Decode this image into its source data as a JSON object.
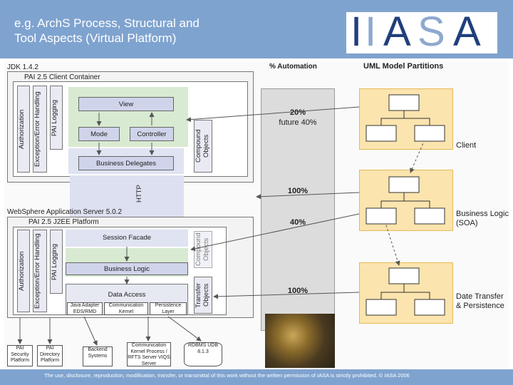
{
  "header": {
    "title_line1": "e.g. ArchS Process, Structural and",
    "title_line2": "Tool Aspects (Virtual Platform)"
  },
  "logo": {
    "letters": [
      "I",
      "I",
      "A",
      "S",
      "A"
    ],
    "colors": [
      "#203f7c",
      "#8ea8cf",
      "#203f7c",
      "#8ea8cf",
      "#203f7c"
    ]
  },
  "diagram": {
    "jdk": "JDK 1.4.2",
    "client_container": "PAI 2.5 Client Container",
    "client_verticals": [
      "Authorization",
      "Exception/Error Handling",
      "PAI Logging"
    ],
    "view": "View",
    "mode": "Mode",
    "controller": "Controller",
    "business_delegates": "Business Delegates",
    "compound_objects": "Compound Objects",
    "http": "HTTP",
    "websphere": "WebSphere Application Server 5.0.2",
    "j2ee_platform": "PAI 2.5 J2EE Platform",
    "server_verticals": [
      "Authorization",
      "Exception/Error Handling",
      "PAI Logging"
    ],
    "session_facade": "Session Facade",
    "business_logic": "Business Logic",
    "data_access": "Data Access",
    "java_adapter": "Java Adapter EDS/RMD",
    "communication_kernel": "Communication Kernel",
    "persistence_layer": "Persistence Layer",
    "compound_objects_2": "Compound Objects",
    "transfer_objects": "Transfer Objects",
    "systems": [
      "PAI Security Platform",
      "PAI Directory Platform",
      "Backend Systems",
      "Communication Kernel Process / RFTS Server VIQS Server",
      "RDBMS UDB 8.1.3"
    ],
    "automation_header": "% Automation",
    "automation_values": [
      "20%",
      "future 40%",
      "100%",
      "40%",
      "100%"
    ],
    "uml_header": "UML Model Partitions",
    "partition_labels": [
      "Client",
      "Business Logic (SOA)",
      "Date Transfer & Persistence"
    ]
  },
  "footer": {
    "text": "The use, disclosure, reproduction, modification, transfer, or transmittal of this work without the written permission of IASA is strictly prohibited. © IASA 2006"
  }
}
